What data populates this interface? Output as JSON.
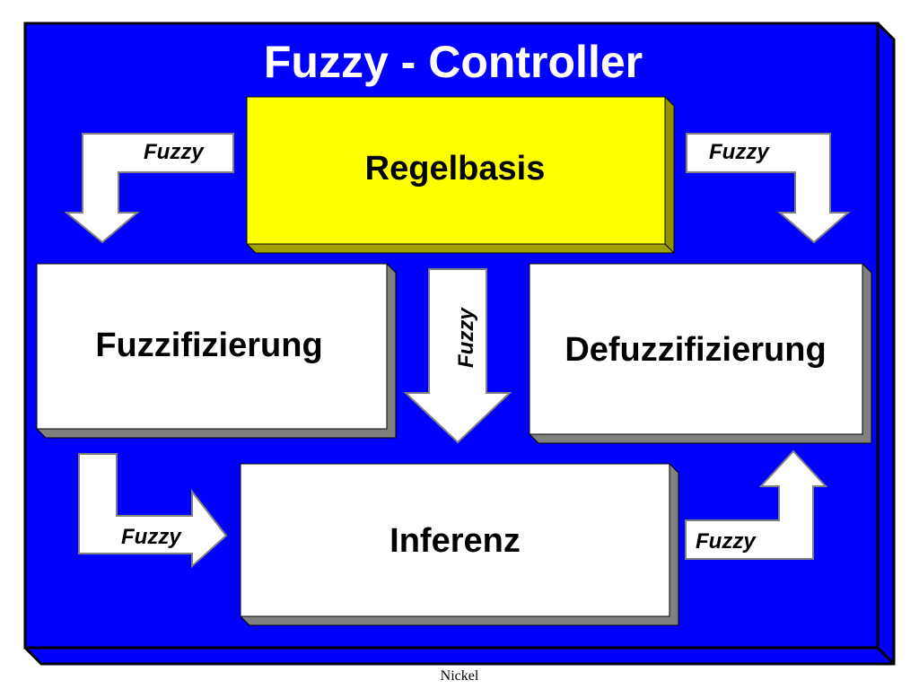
{
  "diagram": {
    "title": "Fuzzy - Controller",
    "boxes": {
      "regelbasis": "Regelbasis",
      "fuzzifizierung": "Fuzzifizierung",
      "defuzzifizierung": "Defuzzifizierung",
      "inferenz": "Inferenz"
    },
    "arrows": {
      "top_left": "Fuzzy",
      "top_right": "Fuzzy",
      "center": "Fuzzy",
      "bottom_left": "Fuzzy",
      "bottom_right": "Fuzzy"
    }
  },
  "footer": {
    "author": "Nickel"
  },
  "colors": {
    "background": "#0000ff",
    "regelbasis_fill": "#ffff00",
    "box_fill": "#ffffff",
    "shadow": "#808080"
  }
}
